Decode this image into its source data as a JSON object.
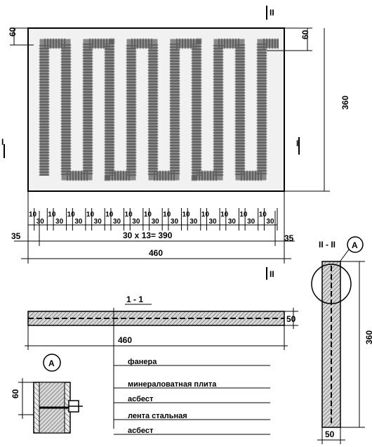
{
  "plan": {
    "dim_top_left": "60",
    "dim_top_right": "60",
    "dim_height": "360",
    "cut_marker_left": "I",
    "cut_marker_right": "I",
    "cut_marker_top": "II",
    "cut_marker_bottom": "II"
  },
  "bottom_dims": {
    "ten": "10",
    "thirty": "30",
    "left_offset": "35",
    "right_offset": "35",
    "formula": "30 x 13= 390",
    "total": "460"
  },
  "section_1_1": {
    "title": "1 - 1",
    "thickness": "50",
    "length": "460"
  },
  "section_2_2": {
    "title": "II - II",
    "callout": "А",
    "height": "360",
    "width": "50"
  },
  "detail_a": {
    "callout": "А",
    "dim": "60"
  },
  "legend": [
    "фанера",
    "минераловатная плита",
    "асбест",
    "лента стальная",
    "асбест"
  ]
}
